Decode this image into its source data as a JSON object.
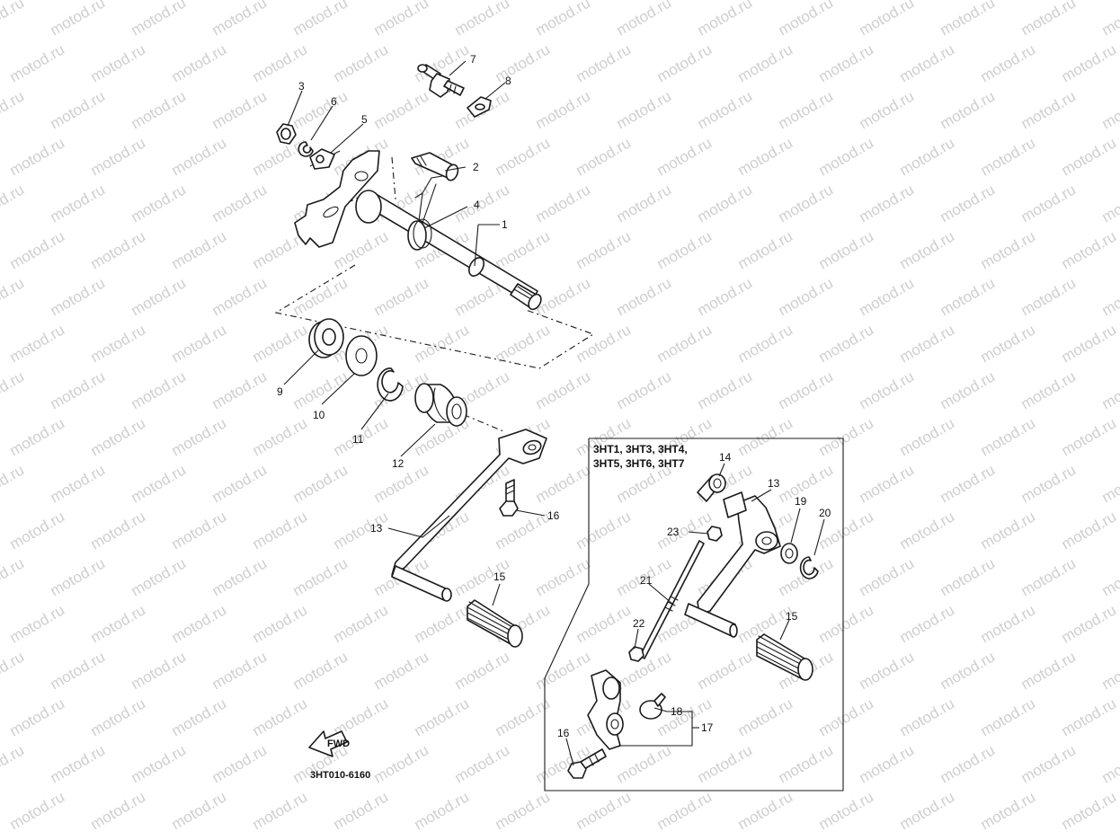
{
  "watermark": "motod.ru",
  "diagram_code": "3HT010-6160",
  "fwd_label": "FWD",
  "inset_models": [
    "3HT1, 3HT3, 3HT4,",
    "3HT5, 3HT6, 3HT7"
  ],
  "callouts": {
    "c1": "1",
    "c2": "2",
    "c3": "3",
    "c4": "4",
    "c5": "5",
    "c6": "6",
    "c7": "7",
    "c8": "8",
    "c9": "9",
    "c10": "10",
    "c11": "11",
    "c12": "12",
    "c13a": "13",
    "c15a": "15",
    "c16a": "16",
    "c13b": "13",
    "c14": "14",
    "c15b": "15",
    "c16b": "16",
    "c17": "17",
    "c18": "18",
    "c19": "19",
    "c20": "20",
    "c21": "21",
    "c22": "22",
    "c23": "23"
  }
}
